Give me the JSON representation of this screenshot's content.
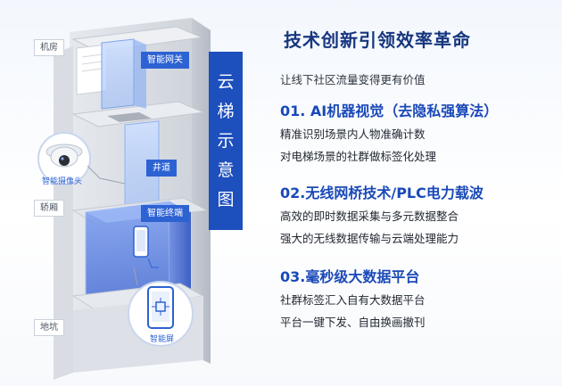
{
  "diagram": {
    "banner_chars": [
      "云",
      "梯",
      "示",
      "意",
      "图"
    ],
    "floor_labels": {
      "roof": "机房",
      "car": "轿厢",
      "pit": "地坑"
    },
    "device_labels": {
      "smart_gateway": "智能网关",
      "shaft": "井道",
      "smart_terminal": "智能终端",
      "smart_camera": "智能摄像头",
      "smart_screen": "智能屏"
    },
    "colors": {
      "accent": "#1d4fbd",
      "tag_blue": "#2d62d3",
      "title": "#16367e"
    }
  },
  "content": {
    "title": "技术创新引领效率革命",
    "subtitle": "让线下社区流量变得更有价值",
    "sections": [
      {
        "heading": "01. AI机器视觉（去隐私强算法）",
        "lines": [
          "精准识别场景内人物准确计数",
          "对电梯场景的社群做标签化处理"
        ]
      },
      {
        "heading": "02.无线网桥技术/PLC电力载波",
        "lines": [
          "高效的即时数据采集与多元数据整合",
          "强大的无线数据传输与云端处理能力"
        ]
      },
      {
        "heading": "03.毫秒级大数据平台",
        "lines": [
          "社群标签汇入自有大数据平台",
          "平台一键下发、自由换画撤刊"
        ]
      }
    ]
  }
}
